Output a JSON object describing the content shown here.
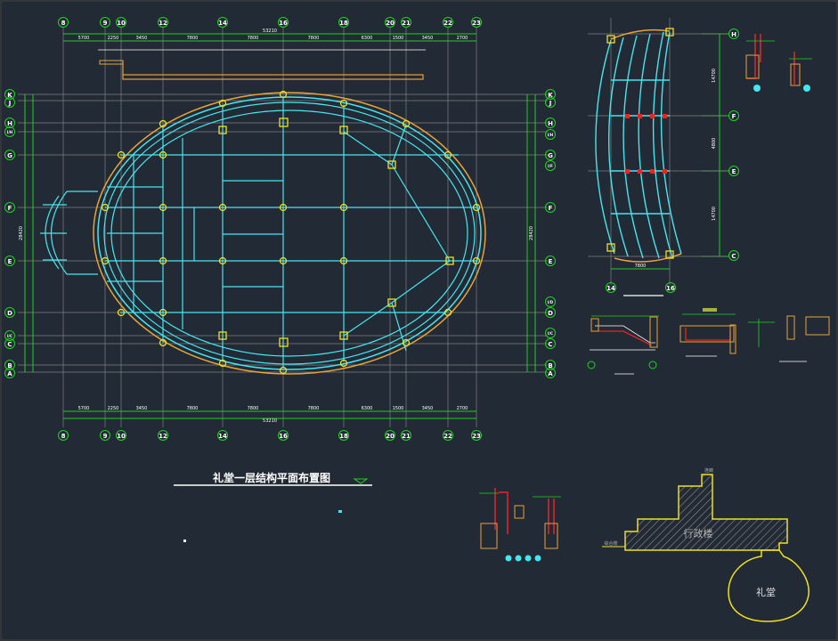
{
  "drawing_title": "礼堂一层结构平面布置图",
  "grid": {
    "columns_top": [
      "8",
      "9",
      "10",
      "12",
      "14",
      "16",
      "18",
      "20",
      "21",
      "22",
      "23"
    ],
    "columns_bottom": [
      "8",
      "9",
      "10",
      "12",
      "14",
      "16",
      "18",
      "20",
      "21",
      "22",
      "23"
    ],
    "rows_left": [
      "K",
      "J",
      "H",
      "I/H",
      "G",
      "F",
      "E",
      "D",
      "I/C",
      "C",
      "B",
      "A"
    ],
    "rows_right": [
      "K",
      "J",
      "H",
      "I/H",
      "G",
      "I/F",
      "F",
      "E",
      "I/D",
      "D",
      "I/C",
      "C",
      "B",
      "A"
    ],
    "detail_rows": [
      "H",
      "F",
      "E",
      "C"
    ],
    "detail_columns": [
      "14",
      "16"
    ]
  },
  "dimensions": {
    "top": [
      "5700",
      "2250",
      "3450",
      "7800",
      "7800",
      "7800",
      "6300",
      "1500",
      "3450",
      "2700"
    ],
    "top_total": "53210",
    "bottom": [
      "5700",
      "2250",
      "3450",
      "7800",
      "7800",
      "7800",
      "6300",
      "1500",
      "3450",
      "2700"
    ],
    "bottom_total": "53210",
    "left_total": "28420",
    "right_total": "28420",
    "detail_x": "7800",
    "detail_y": [
      "14700",
      "4800",
      "14700"
    ]
  },
  "site_plan": {
    "building_admin": "行政楼",
    "building_hall": "礼堂",
    "note_top": "连廊",
    "note_left": "综合楼"
  },
  "colors": {
    "background": "#222a35",
    "grid_green": "#1fd31f",
    "axis_gray": "#8c8c8c",
    "beam_cyan": "#45e6f0",
    "ellipse_orange": "#e8a23a",
    "column_yellow": "#f0e020",
    "rebar_red": "#e62626",
    "white": "#ffffff"
  }
}
